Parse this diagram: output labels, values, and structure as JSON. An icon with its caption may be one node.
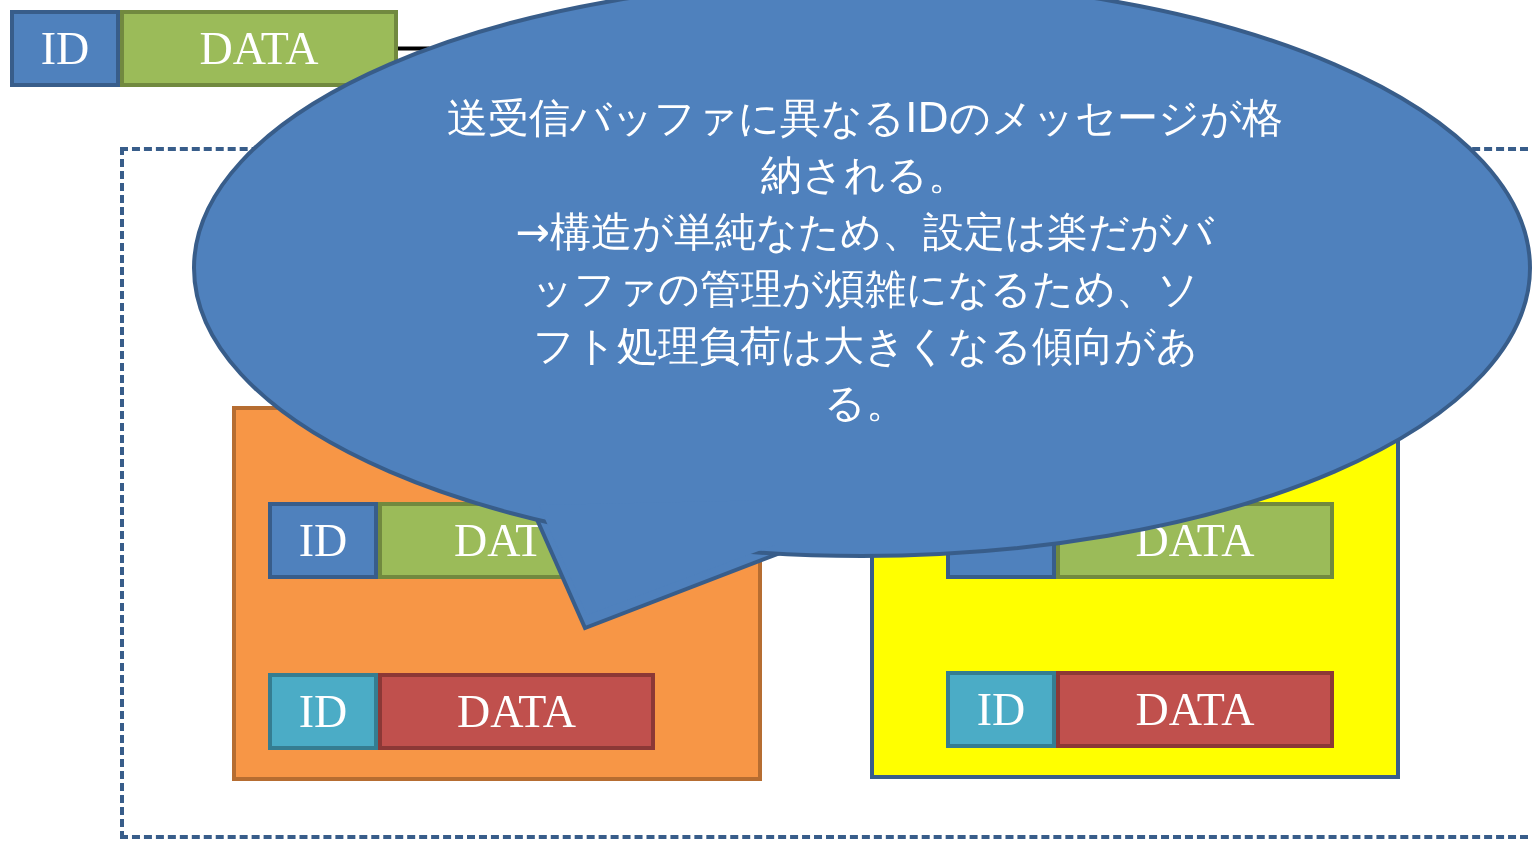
{
  "diagram": {
    "nodes": [
      {
        "text": [
          "ID"
        ]
      },
      {
        "text": [
          "DATA"
        ]
      },
      {
        "text": [],
        "shape": "box"
      },
      {
        "text": [],
        "shape": "box",
        "in": 2
      },
      {
        "text": [
          "ID"
        ],
        "in": 3
      },
      {
        "text": [
          "DAT"
        ],
        "in": 3
      },
      {
        "text": [
          "ID"
        ],
        "in": 3
      },
      {
        "text": [
          "DATA"
        ],
        "in": 3
      },
      {
        "text": [],
        "shape": "box",
        "in": 2
      },
      {
        "text": [],
        "shape": "box",
        "in": 8
      },
      {
        "text": [
          "DATA"
        ],
        "in": 8
      },
      {
        "text": [
          "ID"
        ],
        "in": 8
      },
      {
        "text": [
          "DATA"
        ],
        "in": 8
      },
      {
        "text": [
          "送受信バッファに異なるIDのメッセージが格納される。",
          "→構造が単純なため、設定は楽だがバッファの管理が煩雑になるため、ソフト処理負荷は大きくなる傾向がある。"
        ]
      }
    ],
    "edges": [
      {
        "from": 1,
        "to": 13,
        "arrow": "none"
      }
    ]
  }
}
